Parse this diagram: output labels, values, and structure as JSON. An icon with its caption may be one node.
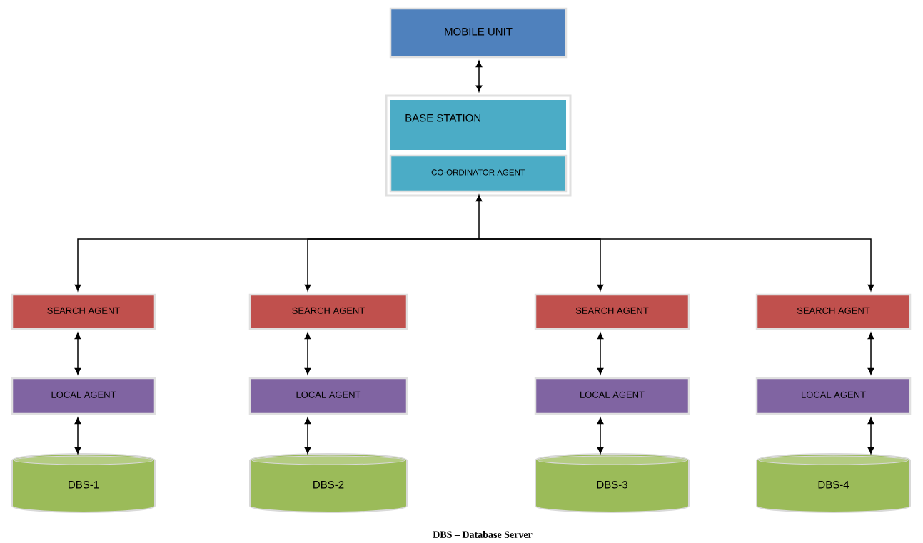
{
  "diagram": {
    "caption": "DBS – Database Server",
    "nodes": [
      {
        "text": [
          "MOBILE UNIT"
        ]
      },
      {
        "text": [
          "BASE STATION"
        ]
      },
      {
        "text": [
          "CO-ORDINATOR AGENT"
        ],
        "in": 1
      },
      {
        "text": [
          "SEARCH AGENT"
        ]
      },
      {
        "text": [
          "SEARCH AGENT"
        ]
      },
      {
        "text": [
          "SEARCH AGENT"
        ]
      },
      {
        "text": [
          "SEARCH AGENT"
        ]
      },
      {
        "text": [
          "LOCAL AGENT"
        ]
      },
      {
        "text": [
          "LOCAL AGENT"
        ]
      },
      {
        "text": [
          "LOCAL AGENT"
        ]
      },
      {
        "text": [
          "LOCAL AGENT"
        ]
      },
      {
        "text": [
          "DBS-1"
        ]
      },
      {
        "text": [
          "DBS-2"
        ]
      },
      {
        "text": [
          "DBS-3"
        ]
      },
      {
        "text": [
          "DBS-4"
        ]
      }
    ],
    "edges": [
      {
        "from": 0,
        "to": 1,
        "arrow": "both"
      },
      {
        "from": 2,
        "to": 3,
        "arrow": "both"
      },
      {
        "from": 2,
        "to": 4,
        "arrow": "both"
      },
      {
        "from": 2,
        "to": 5,
        "arrow": "both"
      },
      {
        "from": 2,
        "to": 6,
        "arrow": "both"
      },
      {
        "from": 3,
        "to": 7,
        "arrow": "both"
      },
      {
        "from": 4,
        "to": 8,
        "arrow": "both"
      },
      {
        "from": 5,
        "to": 9,
        "arrow": "both"
      },
      {
        "from": 6,
        "to": 10,
        "arrow": "both"
      },
      {
        "from": 7,
        "to": 11,
        "arrow": "both"
      },
      {
        "from": 8,
        "to": 12,
        "arrow": "both"
      },
      {
        "from": 9,
        "to": 13,
        "arrow": "both"
      },
      {
        "from": 10,
        "to": 14,
        "arrow": "both"
      }
    ]
  }
}
